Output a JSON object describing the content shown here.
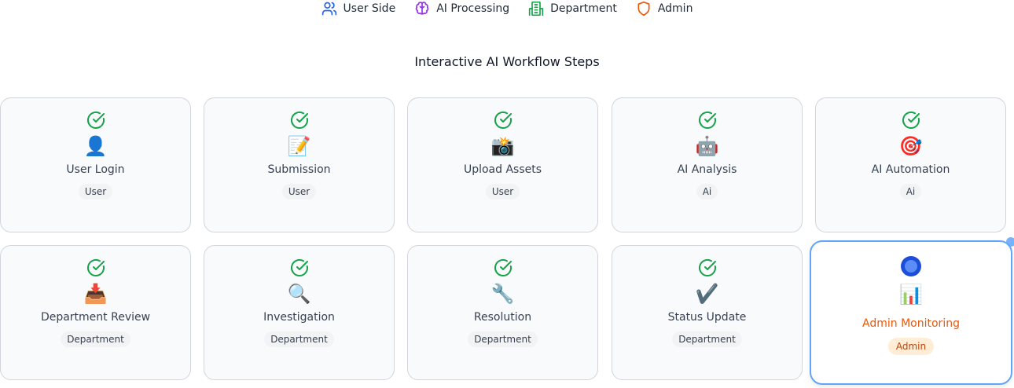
{
  "legend": [
    {
      "label": "User Side",
      "icon": "users-icon",
      "color": "#2563eb"
    },
    {
      "label": "AI Processing",
      "icon": "brain-icon",
      "color": "#9333ea"
    },
    {
      "label": "Department",
      "icon": "building-icon",
      "color": "#16a34a"
    },
    {
      "label": "Admin",
      "icon": "shield-icon",
      "color": "#ea580c"
    }
  ],
  "title": "Interactive AI Workflow Steps",
  "colors": {
    "completed": "#16a34a",
    "active_border": "#60a5fa",
    "active_label": "#ea580c",
    "admin_badge_bg": "#ffedd5"
  },
  "steps": [
    {
      "label": "User Login",
      "emoji": "👤",
      "icon": "person-icon",
      "badge": "User",
      "status": "completed"
    },
    {
      "label": "Submission",
      "emoji": "📝",
      "icon": "memo-icon",
      "badge": "User",
      "status": "completed"
    },
    {
      "label": "Upload Assets",
      "emoji": "📸",
      "icon": "camera-flash-icon",
      "badge": "User",
      "status": "completed"
    },
    {
      "label": "AI Analysis",
      "emoji": "🤖",
      "icon": "robot-icon",
      "badge": "Ai",
      "status": "completed"
    },
    {
      "label": "AI Automation",
      "emoji": "🎯",
      "icon": "target-icon",
      "badge": "Ai",
      "status": "completed"
    },
    {
      "label": "Department Review",
      "emoji": "📥",
      "icon": "inbox-tray-icon",
      "badge": "Department",
      "status": "completed"
    },
    {
      "label": "Investigation",
      "emoji": "🔍",
      "icon": "magnifier-icon",
      "badge": "Department",
      "status": "completed"
    },
    {
      "label": "Resolution",
      "emoji": "🔧",
      "icon": "wrench-icon",
      "badge": "Department",
      "status": "completed"
    },
    {
      "label": "Status Update",
      "emoji": "✔️",
      "icon": "checkmark-icon",
      "badge": "Department",
      "status": "completed"
    },
    {
      "label": "Admin Monitoring",
      "emoji": "📊",
      "icon": "bar-chart-icon",
      "badge": "Admin",
      "status": "active"
    }
  ]
}
